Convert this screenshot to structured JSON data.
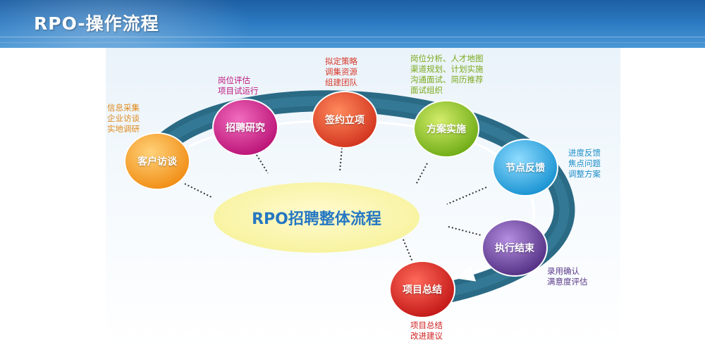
{
  "header": {
    "title": "RPO-操作流程"
  },
  "center": {
    "label": "RPO招聘整体流程"
  },
  "nodes": [
    {
      "id": "customer-interview",
      "label": "客户访谈",
      "color": "#f3a11f",
      "notes": [
        "信息采集",
        "企业访谈",
        "实地调研"
      ],
      "note_color": "#e08a1c"
    },
    {
      "id": "recruit-research",
      "label": "招聘研究",
      "color": "#d41f8c",
      "notes": [
        "岗位评估",
        "项目试运行"
      ],
      "note_color": "#c0177e"
    },
    {
      "id": "sign-project",
      "label": "签约立项",
      "color": "#e8452c",
      "notes": [
        "拟定策略",
        "调集资源",
        "组建团队"
      ],
      "note_color": "#d73a2a"
    },
    {
      "id": "plan-implementation",
      "label": "方案实施",
      "color": "#8dc21f",
      "notes": [
        "岗位分析、人才地图",
        "渠道规划、计划实施",
        "沟通面试、简历推荐",
        "面试组织"
      ],
      "note_color": "#7aa91a"
    },
    {
      "id": "node-feedback",
      "label": "节点反馈",
      "color": "#22a9e0",
      "notes": [
        "进度反馈",
        "焦点问题",
        "调整方案"
      ],
      "note_color": "#1f8fc8"
    },
    {
      "id": "execution-end",
      "label": "执行结束",
      "color": "#6a3f96",
      "notes": [
        "录用确认",
        "满意度评估"
      ],
      "note_color": "#5a3a8a"
    },
    {
      "id": "project-summary",
      "label": "项目总结",
      "color": "#d92020",
      "notes": [
        "项目总结",
        "改进建议"
      ],
      "note_color": "#d02020"
    }
  ]
}
